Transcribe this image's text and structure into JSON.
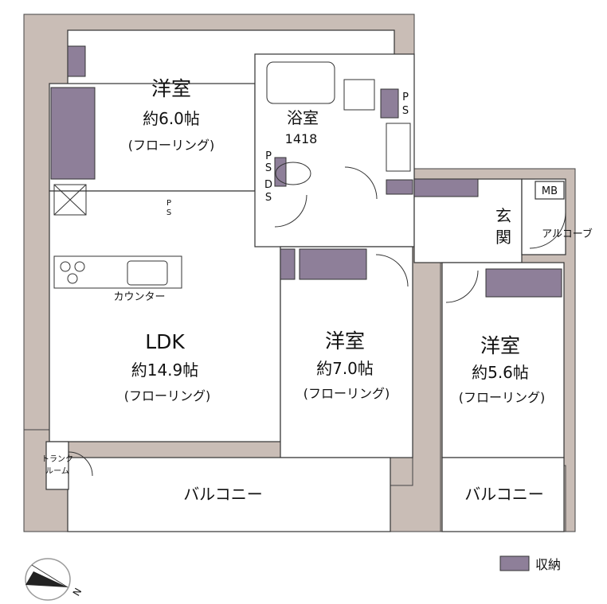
{
  "rooms": {
    "western_room_1": {
      "name": "洋室",
      "size": "約6.0帖",
      "floor": "(フローリング)"
    },
    "bathroom": {
      "name": "浴室",
      "size": "1418"
    },
    "ldk": {
      "name": "LDK",
      "size": "約14.9帖",
      "floor": "(フローリング)"
    },
    "western_room_2": {
      "name": "洋室",
      "size": "約7.0帖",
      "floor": "(フローリング)"
    },
    "western_room_3": {
      "name": "洋室",
      "size": "約5.6帖",
      "floor": "(フローリング)"
    },
    "entrance": {
      "name_top": "玄",
      "name_bottom": "関"
    },
    "alcove": "アルコーブ",
    "mb": "MB",
    "counter": "カウンター",
    "trunk_room_1": "トランク",
    "trunk_room_2": "ルーム",
    "balcony_left": "バルコニー",
    "balcony_right": "バルコニー",
    "ps_1": {
      "p": "P",
      "s": "S"
    },
    "ps_2": {
      "p": "P",
      "s": "S"
    },
    "ps_3": {
      "p": "P",
      "s": "S"
    },
    "ds": {
      "d": "D",
      "s": "S"
    }
  },
  "legend": {
    "storage_label": "収納",
    "storage_color": "#8e7f99"
  },
  "compass": {
    "north_label": "N"
  }
}
